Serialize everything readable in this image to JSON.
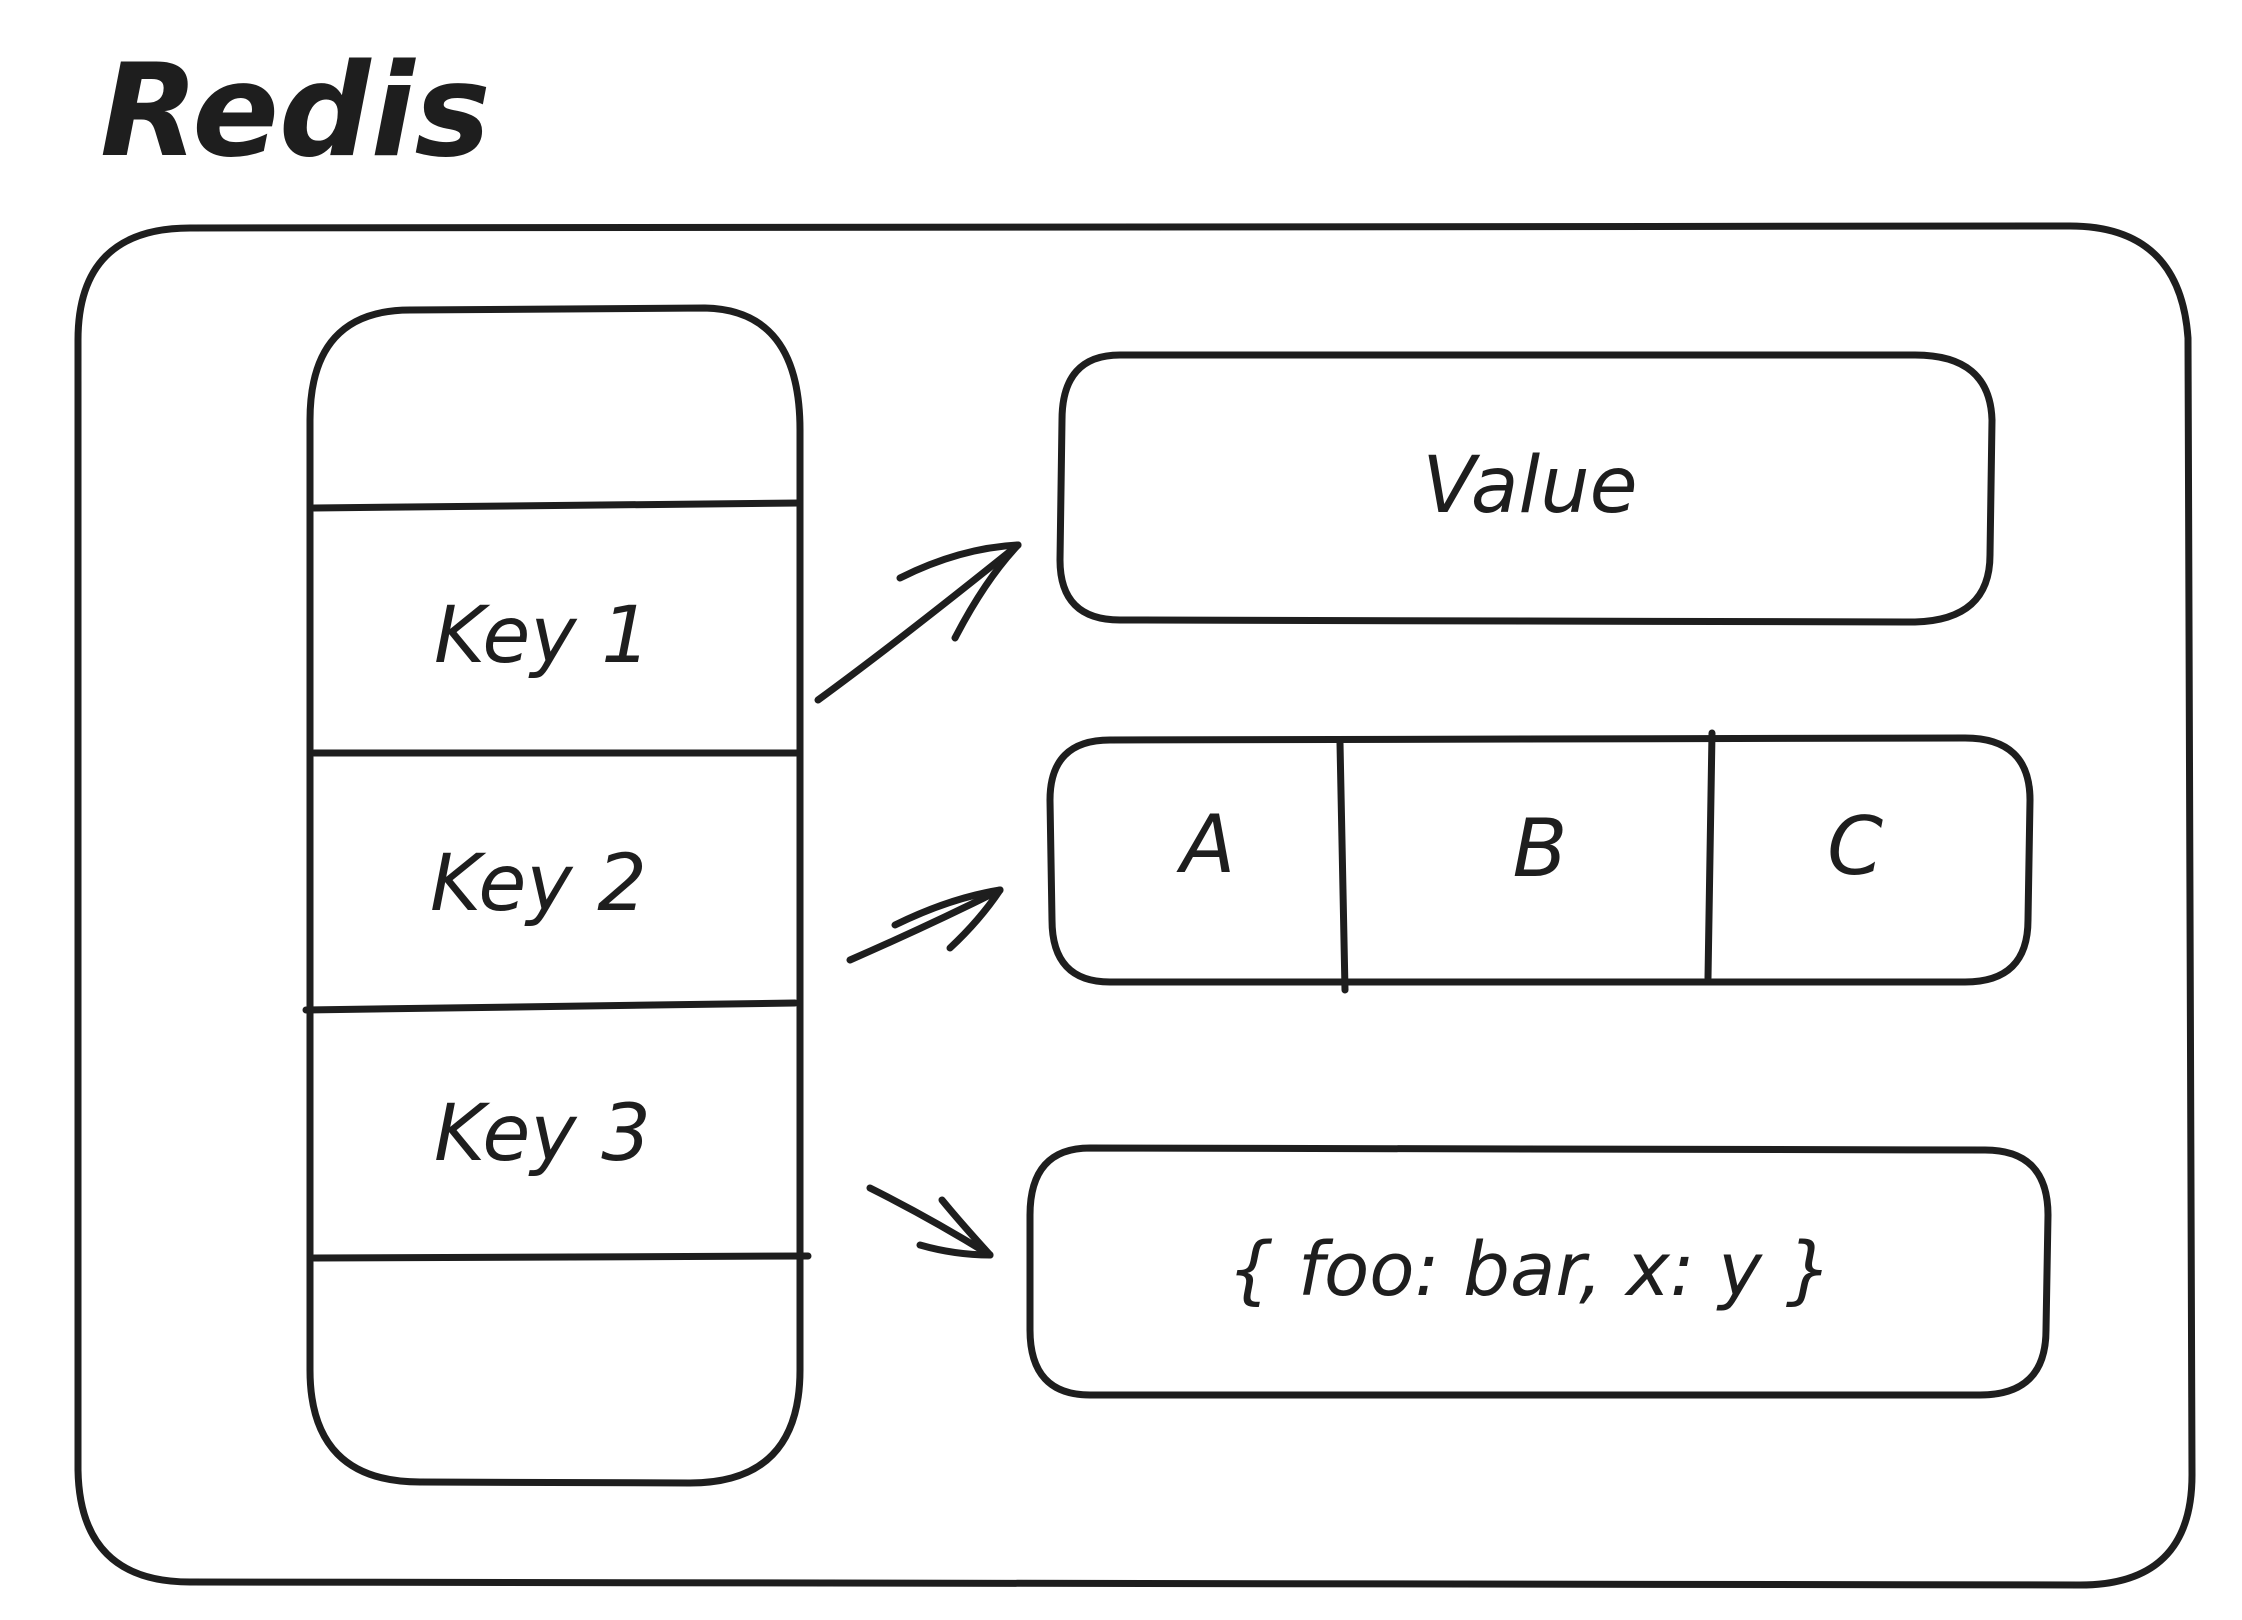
{
  "title": "Redis",
  "keys": [
    {
      "label": "Key 1"
    },
    {
      "label": "Key 2"
    },
    {
      "label": "Key 3"
    }
  ],
  "values": {
    "string": "Value",
    "list": [
      "A",
      "B",
      "C"
    ],
    "hash": "{ foo: bar, x: y }"
  }
}
